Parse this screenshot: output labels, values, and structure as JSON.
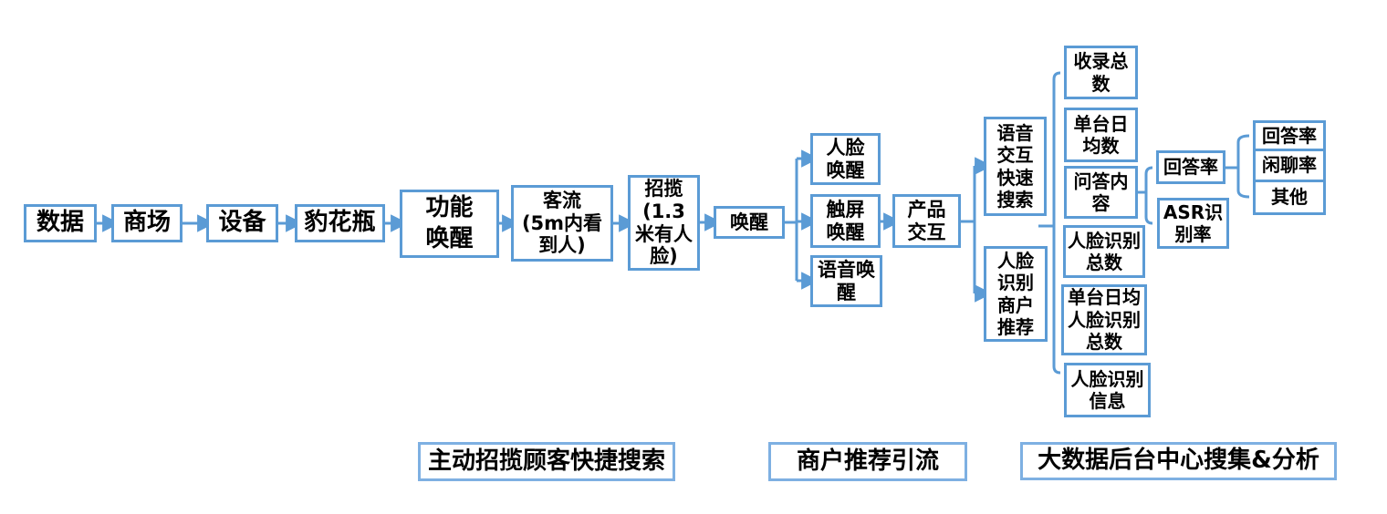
{
  "diagram": {
    "type": "flowchart",
    "colors": {
      "node_border": "#5B9BD5",
      "connector": "#5B9BD5",
      "label_border": "#7EB0E2",
      "text": "#000000",
      "background": "#FFFFFF"
    },
    "nodes": {
      "shuju": "数据",
      "shangchang": "商场",
      "shebei": "设备",
      "baohuaping": "豹花瓶",
      "gongneng_huanxing": "功能\n唤醒",
      "keliu": "客流\n(5m内看\n到人)",
      "zhaolan": "招揽\n(1.3\n米有人\n脸)",
      "huanxing": "唤醒",
      "renlian_huanxing": "人脸\n唤醒",
      "chuping_huanxing": "触屏\n唤醒",
      "yuyin_huanxing": "语音唤\n醒",
      "chanpin_jiaohu": "产品\n交互",
      "yuyin_jiaohu_sousuo": "语音\n交互\n快速\n搜索",
      "renlian_shibie_tuijian": "人脸\n识别\n商户\n推荐",
      "shoulu_zongshu": "收录总\n数",
      "dantai_rijunshu": "单台日\n均数",
      "wenda_neirong": "问答内\n容",
      "renlian_shibie_zongshu": "人脸识别\n总数",
      "dantai_rijun_renlian_zongshu": "单台日均\n人脸识别\n总数",
      "renlian_shibie_xinxi": "人脸识别\n信息",
      "huidalv": "回答率",
      "asr_shibielv": "ASR识\n别率",
      "huidalv2": "回答率",
      "xianliaolv": "闲聊率",
      "qita": "其他"
    },
    "labels": {
      "zhudong_zhaolan": "主动招揽顾客快捷搜索",
      "shanghu_tuijian": "商户推荐引流",
      "dashuju_houtai": "大数据后台中心搜集&分析"
    }
  }
}
